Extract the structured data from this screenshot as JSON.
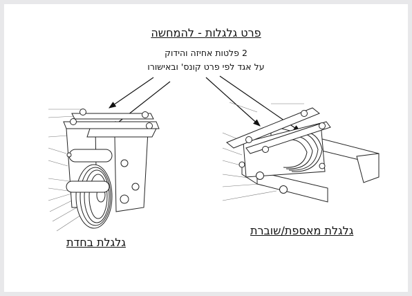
{
  "title": "פרט גלגלות - להמחשה",
  "note_line1": "2 פלטות אחיזה והידוק",
  "note_line2": "על אגד לפי פרט קונס' ובאישורו",
  "label_left": "גלגלת בחדת",
  "label_right": "גלגלת מאספת/שוברת"
}
